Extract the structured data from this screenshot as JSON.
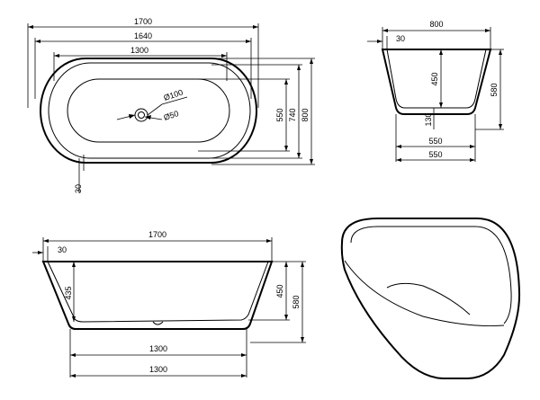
{
  "top_view": {
    "overall_length": "1700",
    "rim_length": "1640",
    "basin_length": "1300",
    "basin_width": "550",
    "rim_width": "740",
    "overall_width": "800",
    "drain_outer": "Ø100",
    "drain_inner": "Ø50",
    "wall": "30"
  },
  "side_view_small": {
    "top_width": "800",
    "wall": "30",
    "inner_depth": "450",
    "height": "580",
    "base_offset": "130",
    "inner_bottom": "550",
    "base_width": "550"
  },
  "front_view": {
    "overall_length": "1700",
    "wall": "30",
    "inner_depth_left": "435",
    "inner_depth_right": "450",
    "height": "580",
    "inner_bottom": "1300",
    "base_length": "1300"
  }
}
